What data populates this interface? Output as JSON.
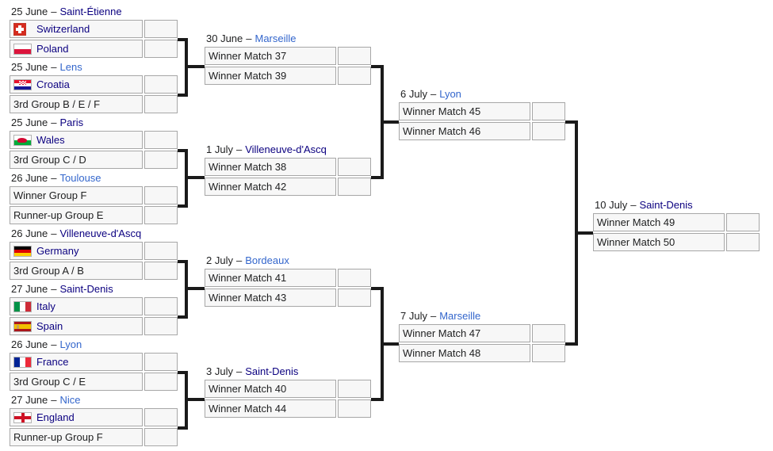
{
  "meta": {
    "separator": "–"
  },
  "colors": {
    "cell_background": "#f7f7f7",
    "cell_border": "#a7a7a7",
    "connector": "#1a1a1a",
    "text": "#202122",
    "link_blue": "#3366cc",
    "link_visited": "#0b0080"
  },
  "rounds": [
    {
      "matches": [
        {
          "date": "25 June",
          "venue": "Saint-Étienne",
          "venue_visited": true,
          "home": {
            "label": "Switzerland",
            "flag": "switzerland",
            "link": true,
            "score": ""
          },
          "away": {
            "label": "Poland",
            "flag": "poland",
            "link": true,
            "score": ""
          }
        },
        {
          "date": "25 June",
          "venue": "Lens",
          "venue_visited": false,
          "home": {
            "label": "Croatia",
            "flag": "croatia",
            "link": true,
            "score": ""
          },
          "away": {
            "label": "3rd Group B / E / F",
            "score": ""
          }
        },
        {
          "date": "25 June",
          "venue": "Paris",
          "venue_visited": true,
          "home": {
            "label": "Wales",
            "flag": "wales",
            "link": true,
            "score": ""
          },
          "away": {
            "label": "3rd Group C / D",
            "score": ""
          }
        },
        {
          "date": "26 June",
          "venue": "Toulouse",
          "venue_visited": false,
          "home": {
            "label": "Winner Group F",
            "score": ""
          },
          "away": {
            "label": "Runner-up Group E",
            "score": ""
          }
        },
        {
          "date": "26 June",
          "venue": "Villeneuve-d'Ascq",
          "venue_visited": true,
          "home": {
            "label": "Germany",
            "flag": "germany",
            "link": true,
            "score": ""
          },
          "away": {
            "label": "3rd Group A / B",
            "score": ""
          }
        },
        {
          "date": "27 June",
          "venue": "Saint-Denis",
          "venue_visited": true,
          "home": {
            "label": "Italy",
            "flag": "italy",
            "link": true,
            "score": ""
          },
          "away": {
            "label": "Spain",
            "flag": "spain",
            "link": true,
            "score": ""
          }
        },
        {
          "date": "26 June",
          "venue": "Lyon",
          "venue_visited": false,
          "home": {
            "label": "France",
            "flag": "france",
            "link": true,
            "score": ""
          },
          "away": {
            "label": "3rd Group C / E",
            "score": ""
          }
        },
        {
          "date": "27 June",
          "venue": "Nice",
          "venue_visited": false,
          "home": {
            "label": "England",
            "flag": "england",
            "link": true,
            "score": ""
          },
          "away": {
            "label": "Runner-up Group F",
            "score": ""
          }
        }
      ]
    },
    {
      "matches": [
        {
          "date": "30 June",
          "venue": "Marseille",
          "venue_visited": false,
          "home": {
            "label": "Winner Match 37",
            "score": ""
          },
          "away": {
            "label": "Winner Match 39",
            "score": ""
          }
        },
        {
          "date": "1 July",
          "venue": "Villeneuve-d'Ascq",
          "venue_visited": true,
          "home": {
            "label": "Winner Match 38",
            "score": ""
          },
          "away": {
            "label": "Winner Match 42",
            "score": ""
          }
        },
        {
          "date": "2 July",
          "venue": "Bordeaux",
          "venue_visited": false,
          "home": {
            "label": "Winner Match 41",
            "score": ""
          },
          "away": {
            "label": "Winner Match 43",
            "score": ""
          }
        },
        {
          "date": "3 July",
          "venue": "Saint-Denis",
          "venue_visited": true,
          "home": {
            "label": "Winner Match 40",
            "score": ""
          },
          "away": {
            "label": "Winner Match 44",
            "score": ""
          }
        }
      ]
    },
    {
      "matches": [
        {
          "date": "6 July",
          "venue": "Lyon",
          "venue_visited": false,
          "home": {
            "label": "Winner Match 45",
            "score": ""
          },
          "away": {
            "label": "Winner Match 46",
            "score": ""
          }
        },
        {
          "date": "7 July",
          "venue": "Marseille",
          "venue_visited": false,
          "home": {
            "label": "Winner Match 47",
            "score": ""
          },
          "away": {
            "label": "Winner Match 48",
            "score": ""
          }
        }
      ]
    },
    {
      "matches": [
        {
          "date": "10 July",
          "venue": "Saint-Denis",
          "venue_visited": true,
          "home": {
            "label": "Winner Match 49",
            "score": ""
          },
          "away": {
            "label": "Winner Match 50",
            "score": ""
          }
        }
      ]
    }
  ]
}
